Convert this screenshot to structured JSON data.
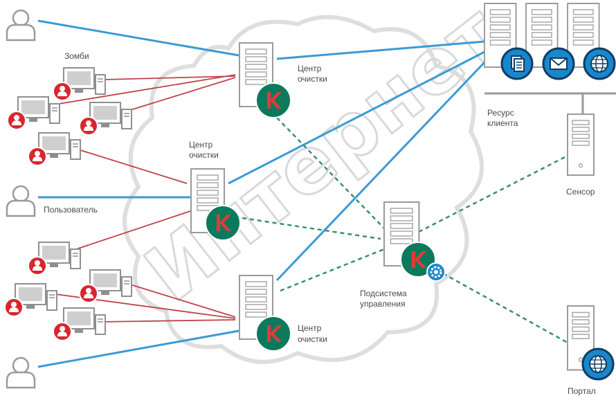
{
  "watermark": "Интернет",
  "labels": {
    "zombies": "Зомби",
    "user": "Пользователь",
    "cleaning_center": [
      "Центр",
      "очистки"
    ],
    "client_resource": [
      "Ресурс",
      "клиента"
    ],
    "sensor": "Сенсор",
    "management": [
      "Подсистема",
      "управления"
    ],
    "portal": "Портал"
  },
  "colors": {
    "traffic_line": "#3a9ad6",
    "zombie_line": "#c0424a",
    "control_line": "#3a8c72",
    "kaspersky_badge": "#0b7a5c",
    "alert_badge": "#d9262e",
    "service_badge": "#1a86cc",
    "cloud_outline": "#dedede",
    "server_outline": "#9a9a9a"
  },
  "icons": {
    "user": "user-icon",
    "zombie_pc": "zombie-computer-icon",
    "server": "server-icon",
    "kaspersky": "kaspersky-k-icon",
    "document": "document-icon",
    "mail": "mail-icon",
    "globe": "globe-icon",
    "gear": "gear-icon"
  }
}
